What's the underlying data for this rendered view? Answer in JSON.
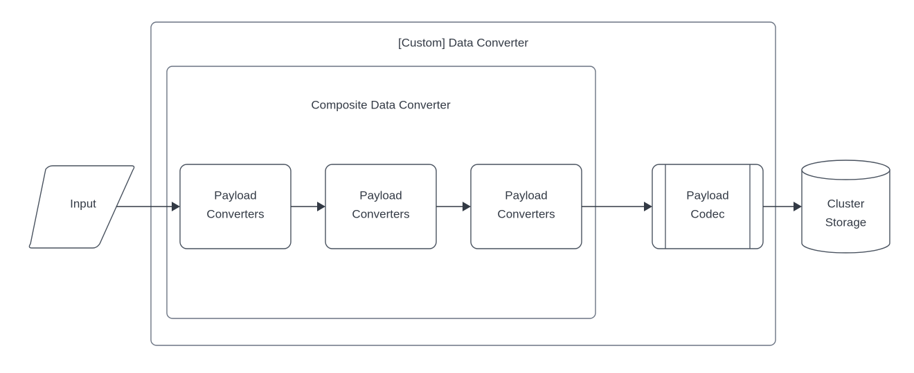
{
  "diagram": {
    "type": "flow-diagram",
    "background_color": "#ffffff",
    "stroke_color": "#49525f",
    "container_stroke_color": "#6b7483",
    "text_color": "#333a45",
    "connector_color": "#333a45",
    "outer_container": {
      "title": "[Custom] Data Converter"
    },
    "inner_container": {
      "title": "Composite Data Converter"
    },
    "nodes": {
      "input": {
        "label": "Input",
        "shape": "parallelogram"
      },
      "converter_1": {
        "label_line1": "Payload",
        "label_line2": "Converters",
        "shape": "rounded-rectangle"
      },
      "converter_2": {
        "label_line1": "Payload",
        "label_line2": "Converters",
        "shape": "rounded-rectangle"
      },
      "converter_3": {
        "label_line1": "Payload",
        "label_line2": "Converters",
        "shape": "rounded-rectangle"
      },
      "payload_codec": {
        "label_line1": "Payload",
        "label_line2": "Codec",
        "shape": "process"
      },
      "cluster_storage": {
        "label_line1": "Cluster",
        "label_line2": "Storage",
        "shape": "cylinder"
      }
    },
    "connectors": [
      {
        "from": "input",
        "to": "converter_1",
        "arrow": "triangle"
      },
      {
        "from": "converter_1",
        "to": "converter_2",
        "arrow": "triangle"
      },
      {
        "from": "converter_2",
        "to": "converter_3",
        "arrow": "triangle"
      },
      {
        "from": "converter_3",
        "to": "payload_codec",
        "arrow": "triangle"
      },
      {
        "from": "payload_codec",
        "to": "cluster_storage",
        "arrow": "triangle"
      }
    ]
  }
}
